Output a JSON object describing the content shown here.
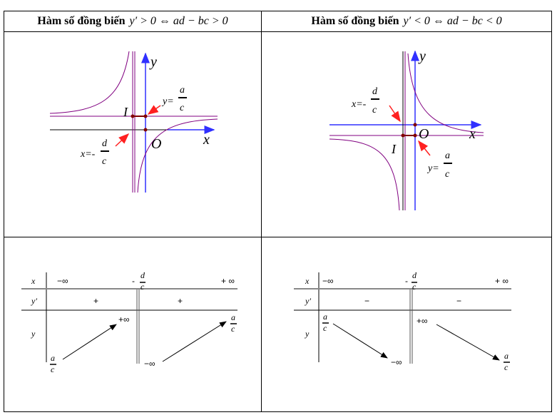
{
  "headers": [
    {
      "title": "Hàm số đồng biến",
      "condition": "y′ > 0 ⇔ ad − bc > 0"
    },
    {
      "title": "Hàm số đồng biến",
      "condition": "y′ < 0 ⇔ ad − bc < 0"
    }
  ],
  "graph_labels": {
    "x": "x",
    "y": "y",
    "O": "O",
    "I": "I",
    "x_eq": "x=-",
    "y_eq": "y=",
    "d": "d",
    "c": "c",
    "a": "a"
  },
  "colors": {
    "axis": "#3030ff",
    "curve": "#800080",
    "arrow": "#ff2020",
    "point": "#800000"
  },
  "tables": [
    {
      "row_labels": [
        "x",
        "y′",
        "y"
      ],
      "x_values": [
        "−∞",
        "-",
        "+ ∞"
      ],
      "signs": [
        "+",
        "+"
      ],
      "y_values": [
        "+∞",
        "−∞"
      ]
    },
    {
      "row_labels": [
        "x",
        "y′",
        "y"
      ],
      "x_values": [
        "−∞",
        "-",
        "+ ∞"
      ],
      "signs": [
        "−",
        "−"
      ],
      "y_values": [
        "−∞",
        "+∞"
      ]
    }
  ]
}
